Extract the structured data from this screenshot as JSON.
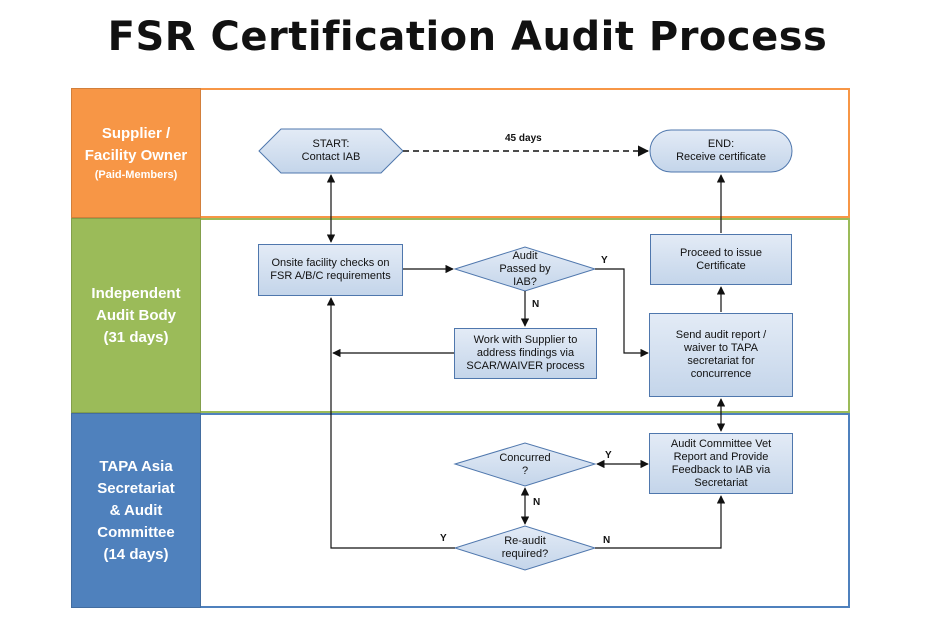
{
  "title": "FSR Certification Audit Process",
  "colors": {
    "lane1_label": "#f79646",
    "lane1_border": "#f79646",
    "lane2_label": "#9bbb59",
    "lane2_border": "#9bbb59",
    "lane3_label": "#4f81bd",
    "lane3_border": "#4f81bd",
    "node_fill_top": "#e3ebf6",
    "node_fill_bottom": "#c4d5ea",
    "node_stroke": "#4f77ad"
  },
  "lanes": [
    {
      "line1": "Supplier /",
      "line2": "Facility Owner",
      "sub": "(Paid-Members)"
    },
    {
      "line1": "Independent",
      "line2": "Audit Body",
      "line3": "(31 days)"
    },
    {
      "line1": "TAPA Asia",
      "line2": "Secretariat",
      "line3": "& Audit",
      "line4": "Committee",
      "line5": "(14 days)"
    }
  ],
  "nodes": {
    "start": {
      "l1": "START:",
      "l2": "Contact  IAB"
    },
    "end": {
      "l1": "END:",
      "l2": "Receive certificate"
    },
    "onsite": {
      "l1": "Onsite facility checks on",
      "l2": "FSR A/B/C requirements"
    },
    "audit_passed": {
      "l1": "Audit",
      "l2": "Passed by",
      "l3": "IAB?"
    },
    "work_with_supplier": {
      "l1": "Work with Supplier to",
      "l2": "address findings via",
      "l3": "SCAR/WAIVER process"
    },
    "proceed": {
      "l1": "Proceed to issue",
      "l2": "Certificate"
    },
    "send_report": {
      "l1": "Send audit report /",
      "l2": "waiver to TAPA",
      "l3": "secretariat for",
      "l4": "concurrence"
    },
    "committee_vet": {
      "l1": "Audit Committee Vet",
      "l2": "Report and Provide",
      "l3": "Feedback to IAB via",
      "l4": "Secretariat"
    },
    "concurred": {
      "l1": "Concurred",
      "l2": "?"
    },
    "reaudit": {
      "l1": "Re-audit",
      "l2": "required?"
    }
  },
  "edge_labels": {
    "days45": "45 days",
    "audit_yes": "Y",
    "audit_no": "N",
    "concurred_yes": "Y",
    "concurred_no": "N",
    "reaudit_yes": "Y",
    "reaudit_no": "N"
  }
}
